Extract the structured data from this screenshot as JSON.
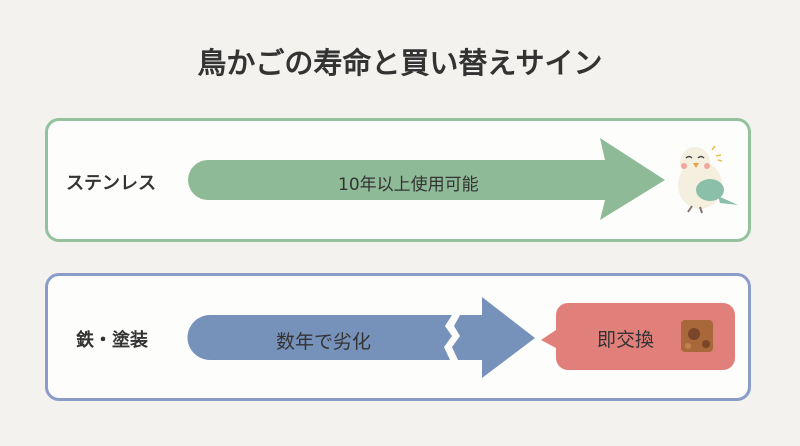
{
  "title": "鳥かごの寿命と買い替えサイン",
  "rows": [
    {
      "material": "ステンレス",
      "arrow_text": "10年以上使用可能",
      "icon": "happy-bird-icon",
      "color": "#8fba97"
    },
    {
      "material": "鉄・塗装",
      "arrow_text": "数年で劣化",
      "result": "即交換",
      "icon": "rust-icon",
      "color": "#7792ba",
      "result_color": "#e17f7b"
    }
  ]
}
